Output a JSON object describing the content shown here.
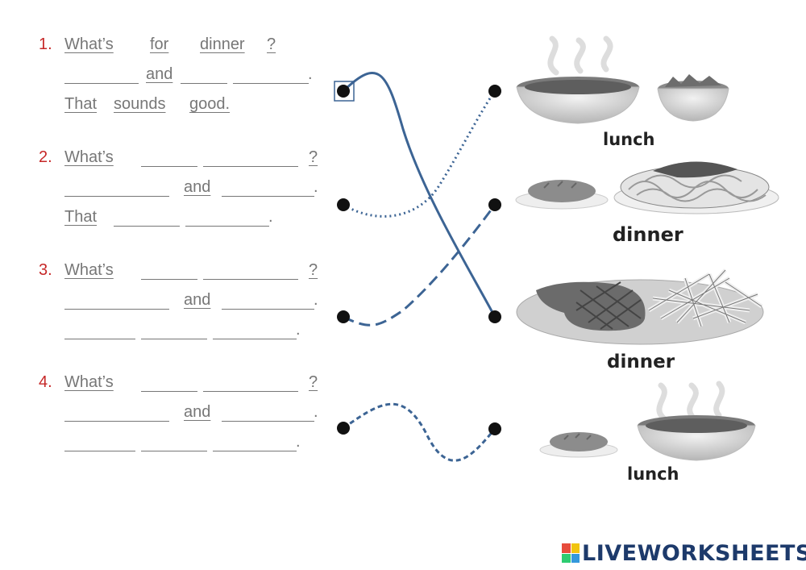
{
  "questions": [
    {
      "number": "1.",
      "w1": "What’s",
      "w2": "for",
      "w3": "dinner",
      "q": "?",
      "and": "and",
      "w4": "That",
      "w5": "sounds",
      "w6": "good."
    },
    {
      "number": "2.",
      "w1": "What’s",
      "q": "?",
      "and": "and",
      "w4": "That",
      "dot": "."
    },
    {
      "number": "3.",
      "w1": "What’s",
      "q": "?",
      "and": "and",
      "dot": "."
    },
    {
      "number": "4.",
      "w1": "What’s",
      "q": "?",
      "and": "and",
      "dot": "."
    }
  ],
  "meals": {
    "meal1": "lunch",
    "meal2": "dinner",
    "meal3": "dinner",
    "meal4": "lunch"
  },
  "brand": {
    "name": "LIVEWORKSHEETS"
  },
  "colors": {
    "line": "#3c6494",
    "number": "#c62828",
    "text": "#777777"
  }
}
